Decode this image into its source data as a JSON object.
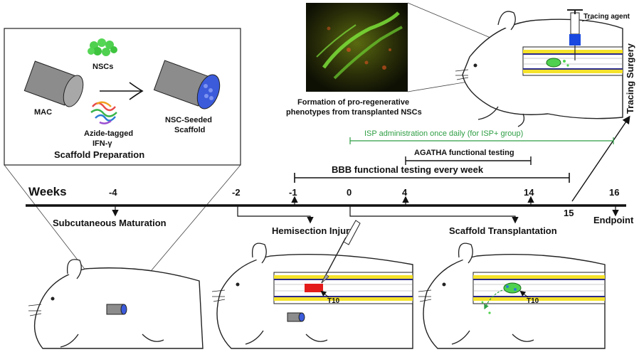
{
  "prep": {
    "mac": "MAC",
    "nscs": "NSCs",
    "ifn_line1": "Azide-tagged",
    "ifn_line2": "IFN-γ",
    "seeded_line1": "NSC-Seeded",
    "seeded_line2": "Scaffold",
    "title": "Scaffold Preparation"
  },
  "micro": {
    "caption_line1": "Formation of pro-regenerative",
    "caption_line2": "phenotypes from transplanted NSCs"
  },
  "tracing": {
    "agent": "Tracing agent",
    "surgery": "Tracing Surgery"
  },
  "bars": {
    "isp": "ISP administration once daily (for ISP+ group)",
    "agatha": "AGATHA functional testing",
    "bbb": "BBB functional testing every week"
  },
  "timeline": {
    "weeks": "Weeks",
    "ticks": [
      "-4",
      "-2",
      "-1",
      "0",
      "4",
      "14",
      "15",
      "16"
    ],
    "endpoint": "Endpoint"
  },
  "events": {
    "maturation": "Subcutaneous Maturation",
    "hemisection": "Hemisection Injury",
    "transplantation": "Scaffold Transplantation"
  },
  "site": {
    "t10_a": "T10",
    "t10_b": "T10"
  },
  "colors": {
    "scaffold_gray": "#8c8c8c",
    "scaffold_blue": "#3b5bdb",
    "cord_yellow": "#f5e22a",
    "cord_purple": "#2a2a8a",
    "injury_red": "#e41b1b",
    "nsc_green": "#4fd14f",
    "isp_green": "#2e9e44"
  }
}
